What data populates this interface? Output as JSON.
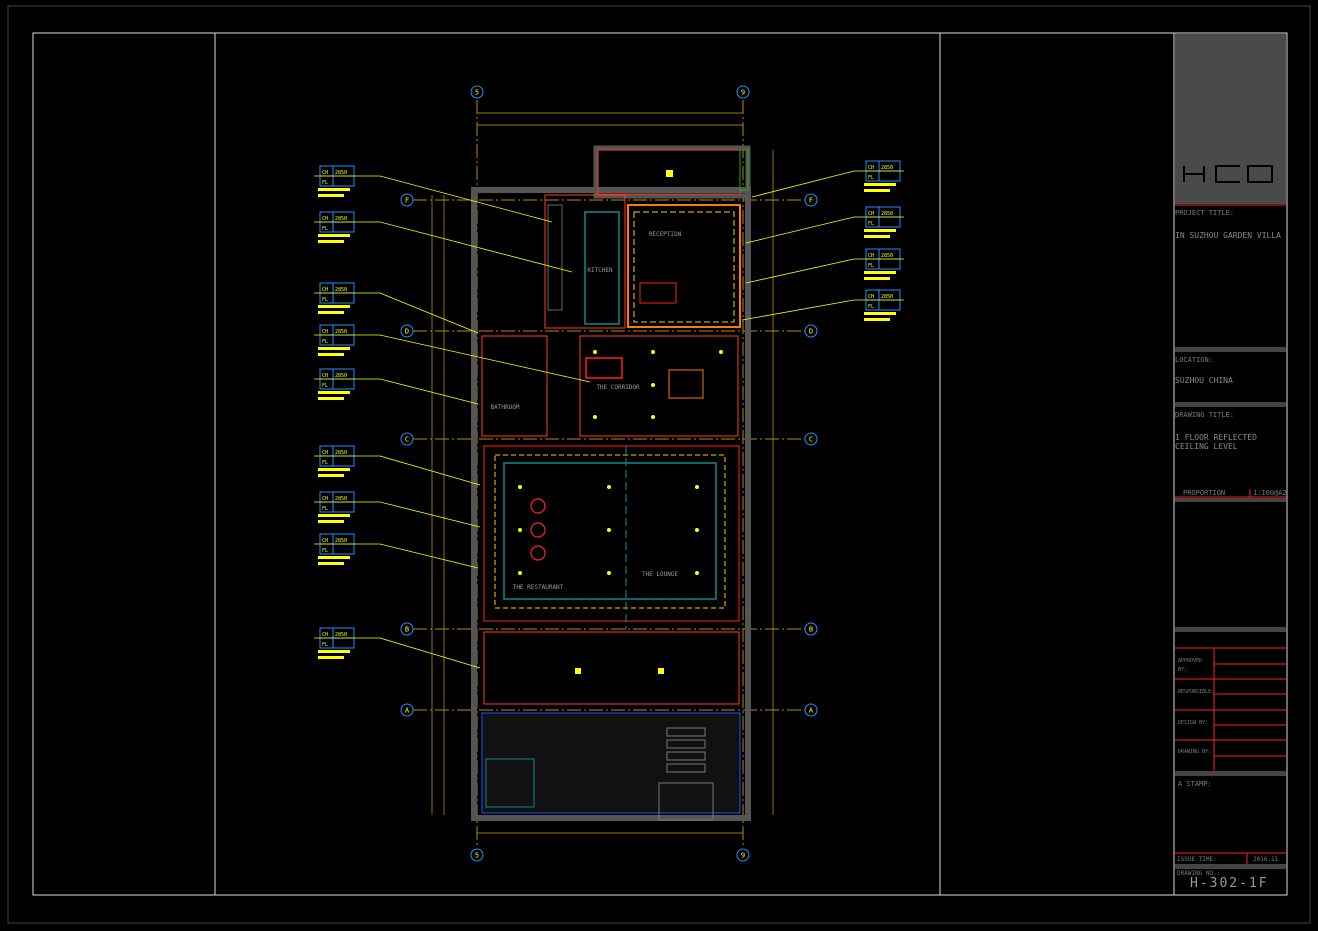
{
  "colors": {
    "background": "#000000",
    "wall": "#3a3a3a",
    "accent_red": "#ff2020",
    "accent_orange": "#ff7a00",
    "tag_blue": "#1e90ff",
    "leader_yellow": "#ffff00",
    "grid": "#b8860b",
    "teal": "#0e8a8a"
  },
  "logo": "HCD",
  "grid_axes": {
    "vertical": [
      "5",
      "9"
    ],
    "horizontal": [
      "F",
      "D",
      "C",
      "B",
      "A"
    ]
  },
  "rooms": [
    {
      "name": "KITCHEN"
    },
    {
      "name": "RECEPTION"
    },
    {
      "name": "THE CORRIDOR"
    },
    {
      "name": "BATHROOM"
    },
    {
      "name": "THE RESTAURANT"
    },
    {
      "name": "THE LOUNGE"
    }
  ],
  "ceiling_tags": {
    "code": "CH",
    "value": "2850",
    "f": "FL"
  },
  "title_block": {
    "project_label": "PROJECT TITLE:",
    "project": "IN SUZHOU GARDEN VILLA",
    "location_label": "LOCATION:",
    "location": "SUZHOU CHINA",
    "drawing_title_label": "DRAWING TITLE:",
    "drawing_title": "1 FLOOR REFLECTED CEILING LEVEL",
    "proportion_label": "PROPORTION",
    "proportion": "1:100@A2",
    "approved_label": "APPROVED BY:",
    "responsible_label": "RESPONSIBLE:",
    "design_label": "DESIGN BY:",
    "drawing_by_label": "DRAWING BY:",
    "stamp_label": "A STAMP:",
    "issue_label": "ISSUE TIME:",
    "issue_time": "2016.11",
    "drawing_no_label": "DRAWING NO.:",
    "drawing_no": "H-302-1F"
  }
}
